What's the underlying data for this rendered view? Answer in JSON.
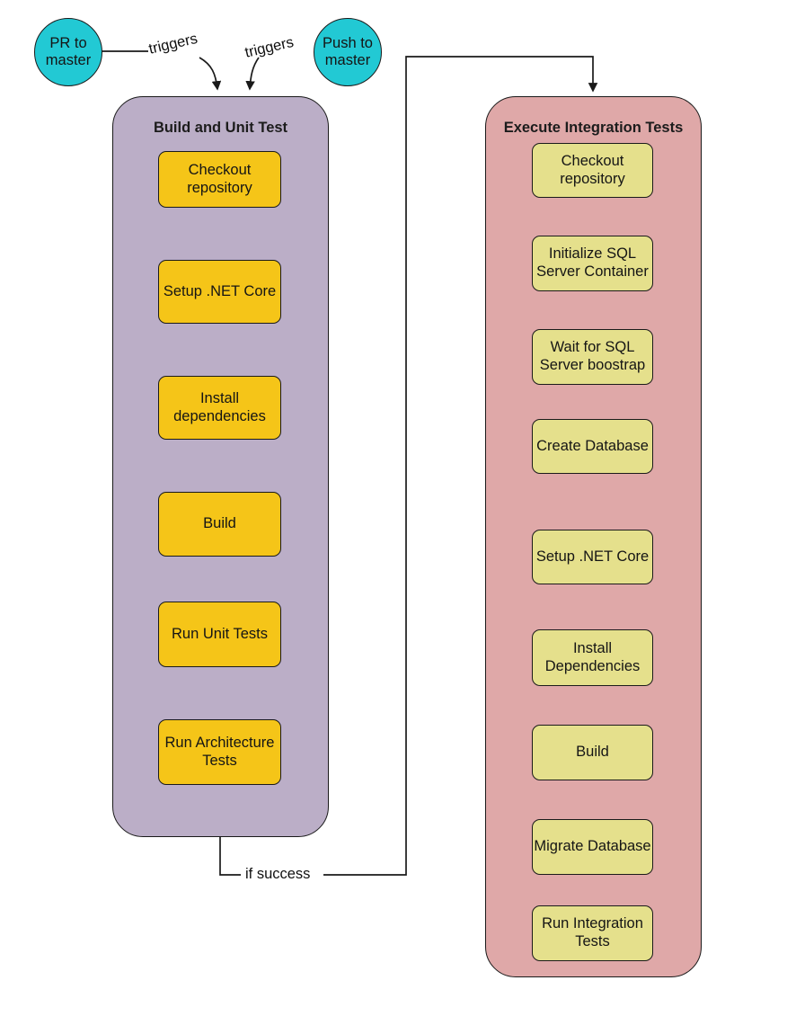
{
  "diagram": {
    "title": "CI/CD pipeline flowchart",
    "colors": {
      "trigger_fill": "#22C9D4",
      "build_stage_fill": "#BBAEC7",
      "integration_stage_fill": "#DFA8A8",
      "build_step_fill": "#F5C518",
      "integration_step_fill": "#E5E08C",
      "stroke": "#1a1a1a",
      "background": "#ffffff"
    }
  },
  "triggers": [
    {
      "id": "pr-to-master",
      "label": "PR to master",
      "line1": "PR to",
      "line2": "master"
    },
    {
      "id": "push-to-master",
      "label": "Push to master",
      "line1": "Push to",
      "line2": "master"
    }
  ],
  "edge_labels": {
    "triggers_left": "triggers",
    "triggers_right": "triggers",
    "if_success": "if success"
  },
  "stages": [
    {
      "id": "build-and-unit-test",
      "title": "Build and Unit Test",
      "steps": [
        {
          "id": "checkout-repository",
          "line1": "Checkout",
          "line2": "repository"
        },
        {
          "id": "setup-dotnet-core",
          "line1": "Setup .NET Core",
          "line2": ""
        },
        {
          "id": "install-dependencies",
          "line1": "Install",
          "line2": "dependencies"
        },
        {
          "id": "build",
          "line1": "Build",
          "line2": ""
        },
        {
          "id": "run-unit-tests",
          "line1": "Run Unit Tests",
          "line2": ""
        },
        {
          "id": "run-architecture-tests",
          "line1": "Run Architecture",
          "line2": "Tests"
        }
      ]
    },
    {
      "id": "execute-integration-tests",
      "title": "Execute Integration Tests",
      "steps": [
        {
          "id": "checkout-repository",
          "line1": "Checkout",
          "line2": "repository"
        },
        {
          "id": "initialize-sql-server-container",
          "line1": "Initialize SQL",
          "line2": "Server Container"
        },
        {
          "id": "wait-for-sql-server-boostrap",
          "line1": "Wait for SQL",
          "line2": "Server boostrap"
        },
        {
          "id": "create-database",
          "line1": "Create Database",
          "line2": ""
        },
        {
          "id": "setup-dotnet-core",
          "line1": "Setup .NET Core",
          "line2": ""
        },
        {
          "id": "install-dependencies",
          "line1": "Install",
          "line2": "Dependencies"
        },
        {
          "id": "build",
          "line1": "Build",
          "line2": ""
        },
        {
          "id": "migrate-database",
          "line1": "Migrate Database",
          "line2": ""
        },
        {
          "id": "run-integration-tests",
          "line1": "Run Integration",
          "line2": "Tests"
        }
      ]
    }
  ]
}
